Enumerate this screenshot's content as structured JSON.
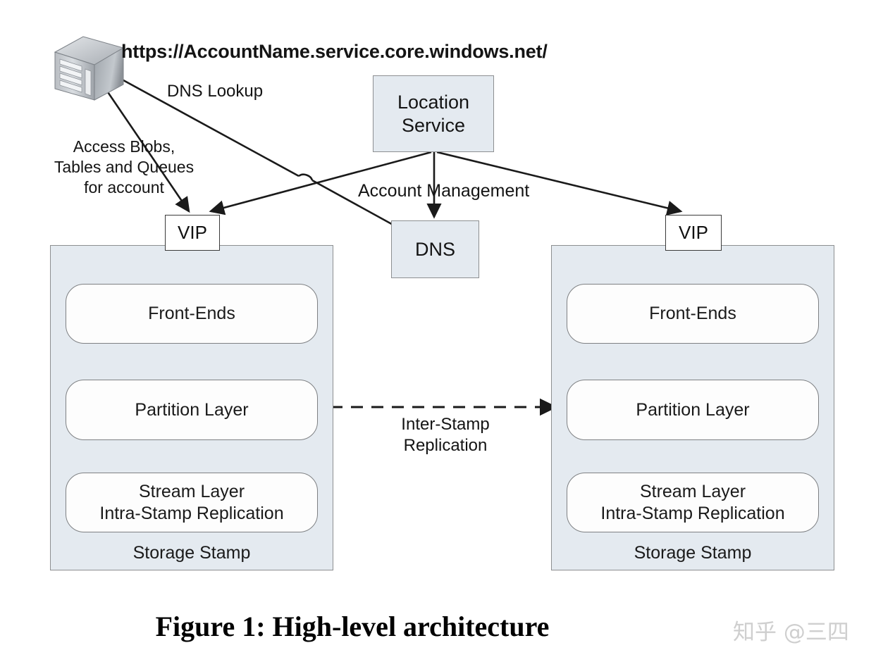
{
  "figure": {
    "caption": "Figure 1: High-level architecture",
    "watermark": "知乎 @三四"
  },
  "colors": {
    "stamp_fill": "#e4eaf0",
    "stamp_border": "#8d8f91",
    "layer_fill": "#fdfdfd",
    "layer_border": "#7e8083",
    "vip_fill": "#ffffff",
    "line": "#1a1a1a",
    "watermark": "#cfcfcf"
  },
  "client": {
    "icon": "server-tower-icon",
    "url": "https://AccountName.service.core.windows.net/",
    "request_label": "Access Blobs,\nTables and Queues\nfor account",
    "request_line1": "Access Blobs,",
    "request_line2": "Tables and Queues",
    "request_line3": "for account",
    "dns_lookup_label": "DNS Lookup"
  },
  "services": {
    "location_service": {
      "label": "Location\nService",
      "line1": "Location",
      "line2": "Service"
    },
    "dns": {
      "label": "DNS"
    },
    "account_management_label": "Account Management"
  },
  "stamps": [
    {
      "id": "left",
      "vip": "VIP",
      "caption": "Storage Stamp",
      "layers": [
        {
          "name": "front-ends",
          "label": "Front-Ends",
          "line1": "Front-Ends",
          "line2": ""
        },
        {
          "name": "partition-layer",
          "label": "Partition Layer",
          "line1": "Partition Layer",
          "line2": ""
        },
        {
          "name": "stream-layer",
          "label": "Stream Layer\nIntra-Stamp Replication",
          "line1": "Stream Layer",
          "line2": "Intra-Stamp Replication"
        }
      ]
    },
    {
      "id": "right",
      "vip": "VIP",
      "caption": "Storage Stamp",
      "layers": [
        {
          "name": "front-ends",
          "label": "Front-Ends",
          "line1": "Front-Ends",
          "line2": ""
        },
        {
          "name": "partition-layer",
          "label": "Partition Layer",
          "line1": "Partition Layer",
          "line2": ""
        },
        {
          "name": "stream-layer",
          "label": "Stream Layer\nIntra-Stamp Replication",
          "line1": "Stream Layer",
          "line2": "Intra-Stamp Replication"
        }
      ]
    }
  ],
  "replication": {
    "inter_stamp_label": "Inter-Stamp\nReplication",
    "line1": "Inter-Stamp",
    "line2": "Replication"
  }
}
